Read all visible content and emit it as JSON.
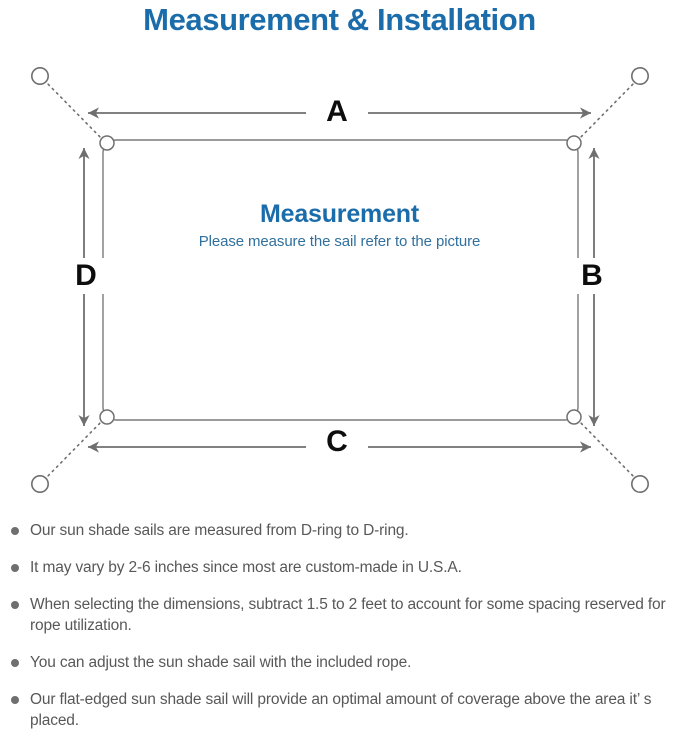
{
  "page": {
    "title": "Measurement & Installation",
    "background_color": "#ffffff"
  },
  "colors": {
    "title_blue": "#1b6cab",
    "subtitle_blue": "#30709e",
    "line_gray": "#6f6f6f",
    "sail_outline": "#7a7a7a",
    "letter_black": "#0d0d0d",
    "body_text_gray": "#585858",
    "bullet_gray": "#6f6f6f"
  },
  "diagram": {
    "sail_heading": "Measurement",
    "sail_subheading": "Please measure the sail refer to the picture",
    "dimension_labels": {
      "top": "A",
      "right": "B",
      "bottom": "C",
      "left": "D"
    },
    "d_ring_count": 4,
    "anchor_point_count": 4,
    "rope_style": "dotted",
    "sail_shape": "rounded-rectangle"
  },
  "notes": [
    "Our sun shade sails are measured from D-ring to D-ring.",
    "It may vary by 2-6 inches since most are custom-made in U.S.A.",
    "When selecting the dimensions, subtract 1.5 to 2 feet to account for some spacing reserved for rope utilization.",
    "You can adjust the sun shade sail with the included rope.",
    "Our flat-edged sun shade sail will provide an optimal amount of coverage above the area it’  s placed."
  ]
}
